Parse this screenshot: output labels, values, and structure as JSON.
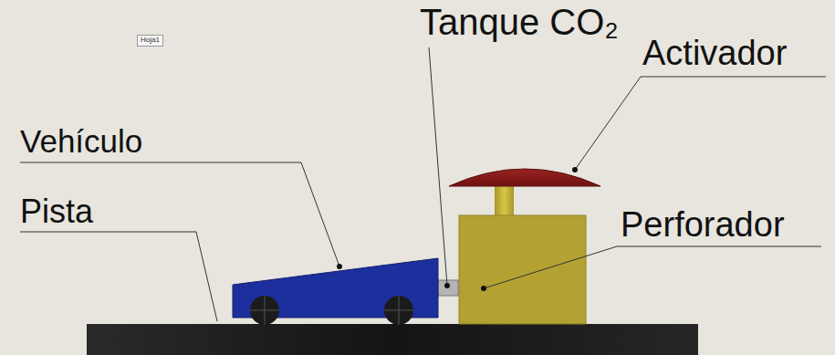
{
  "diagram": {
    "labels": [
      "Hoja1",
      "Tanque CO₂",
      "Activador",
      "Vehículo",
      "Pista",
      "Perforador"
    ]
  }
}
